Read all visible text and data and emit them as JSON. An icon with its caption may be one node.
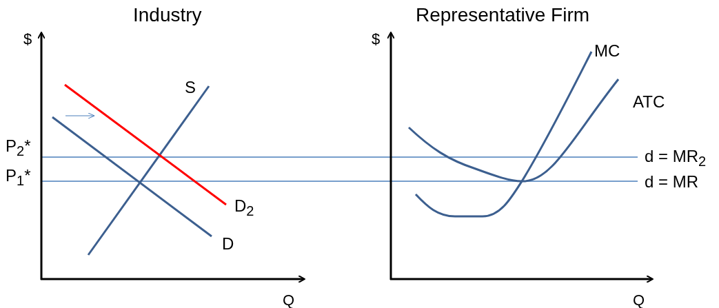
{
  "diagram": {
    "labels": [
      "Industry",
      "Representative Firm",
      "$",
      "$",
      "MC",
      "S",
      "ATC",
      "P$_{2}$*",
      "d = MR$_{2}$",
      "P$_{1}$*",
      "d = MR",
      "D$_{2}$",
      "D",
      "Q",
      "Q"
    ]
  }
}
